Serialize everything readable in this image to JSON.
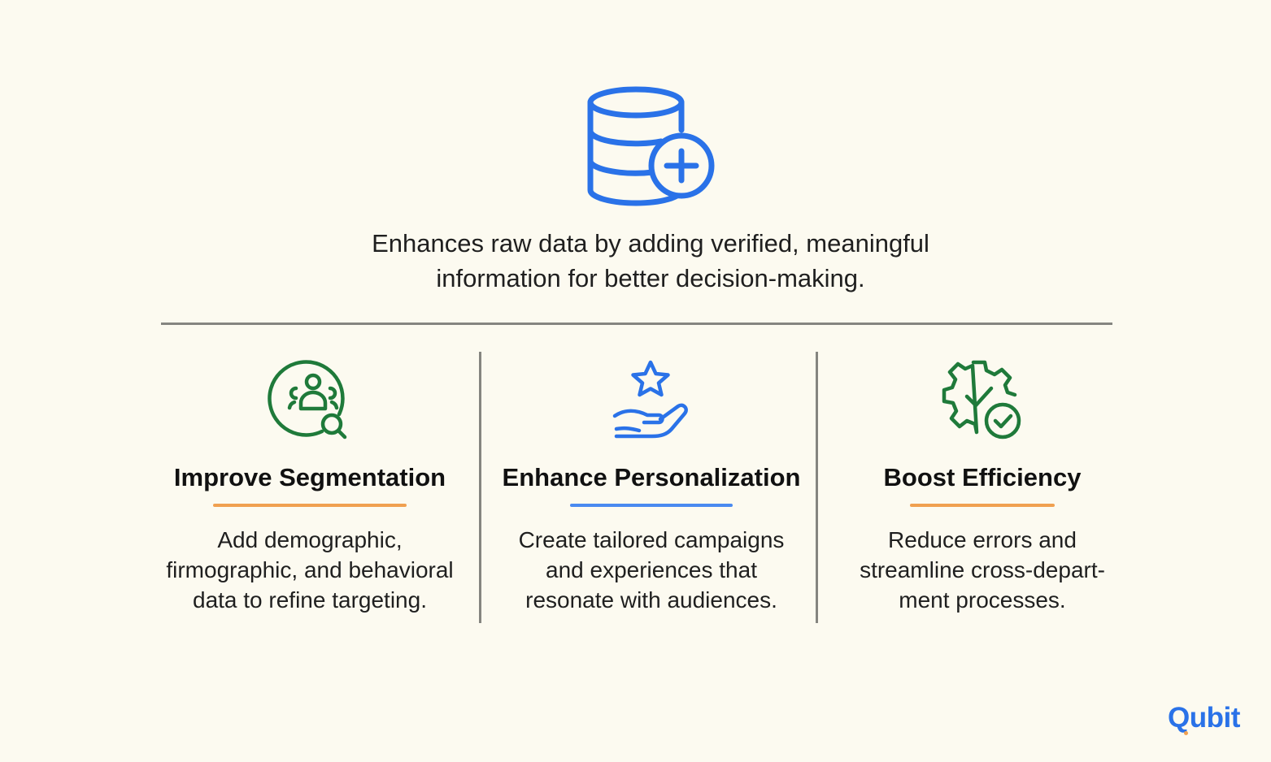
{
  "colors": {
    "background": "#fcfaf0",
    "blue": "#2a72e8",
    "green": "#1f7a3a",
    "orange": "#f0a050",
    "divider": "#858580"
  },
  "hero": {
    "icon": "database-plus-icon",
    "intro_lines": [
      "Enhances raw data by adding verified, meaningful",
      "information for better decision-making."
    ]
  },
  "features": [
    {
      "icon": "segmentation-search-icon",
      "title": "Improve Segmentation",
      "underline_color": "#f0a050",
      "desc_lines": [
        "Add demographic,",
        "firmographic, and behavioral",
        "data to refine targeting."
      ]
    },
    {
      "icon": "star-hand-icon",
      "title": "Enhance Personalization",
      "underline_color": "#4a8af0",
      "desc_lines": [
        "Create tailored campaigns",
        "and experiences that",
        "resonate with audiences."
      ]
    },
    {
      "icon": "gear-check-icon",
      "title": "Boost Efficiency",
      "underline_color": "#f0a050",
      "desc_lines": [
        "Reduce errors and",
        "streamline cross-depart-",
        "ment processes."
      ]
    }
  ],
  "brand": {
    "logo_text": "Qubit",
    "dot_color": "#f0a050"
  }
}
